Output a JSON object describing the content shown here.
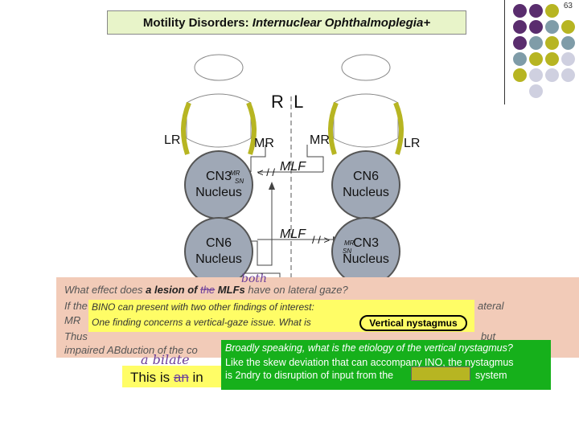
{
  "slide_number": "63",
  "title": {
    "prefix": "Motility Disorders: ",
    "emphasis": "Internuclear Ophthalmoplegia+"
  },
  "diagram": {
    "rl_label": "R  L",
    "lr_left": "LR",
    "lr_right": "LR",
    "mr_left": "MR",
    "mr_right": "MR",
    "cn3_left": "CN3 Nucleus",
    "cn6_right": "CN6 Nucleus",
    "cn6_left": "CN6 Nucleus",
    "cn3_right": "CN3 Nucleus",
    "mlf_top": "MLF",
    "mlf_bottom": "MLF",
    "mr_subnucleus_top": "MR",
    "sn_top": "SN",
    "mr_subnucleus_bottom": "MR",
    "sn_bottom": "SN"
  },
  "question": {
    "line1_start": "What effect does ",
    "line1_bold": "a lesion of",
    "line1_strike": "the",
    "line1_mlfs": "MLFs",
    "line1_end": " have on lateral gaze?",
    "handwritten_both": "both",
    "line2_left": "If the",
    "line2_right": "ateral",
    "line3_left": "MR",
    "line4_left": "Thus",
    "line4_right": "but",
    "line5": "impaired ABduction of the co"
  },
  "yellow_panel": {
    "line1": "BINO can present with two other findings of interest:",
    "line2": "One finding concerns a vertical-gaze issue. What is",
    "answer": "Vertical nystagmus"
  },
  "green_panel": {
    "line1": "Broadly speaking, what is the etiology of the vertical nystagmus?",
    "line2": "Like the skew deviation that can accompany INO, the nystagmus",
    "line3": "is 2ndry to disruption of input from the",
    "line3_end": "system"
  },
  "bottom_box": {
    "text": "This is",
    "strike": "an",
    "rest": " in",
    "handwritten": "a bilate"
  },
  "colors": {
    "title_bg": "#e8f4c9",
    "purple": "#5a2d6e",
    "slate": "#7f9ca8",
    "olive": "#b7b522",
    "lavender": "#cfd0e0",
    "nucleus": "#9fa8b6",
    "muscle": "#b7b522",
    "orange_overlay": "#f2cbb8",
    "yellow": "#fffd66",
    "green": "#16b01b"
  }
}
